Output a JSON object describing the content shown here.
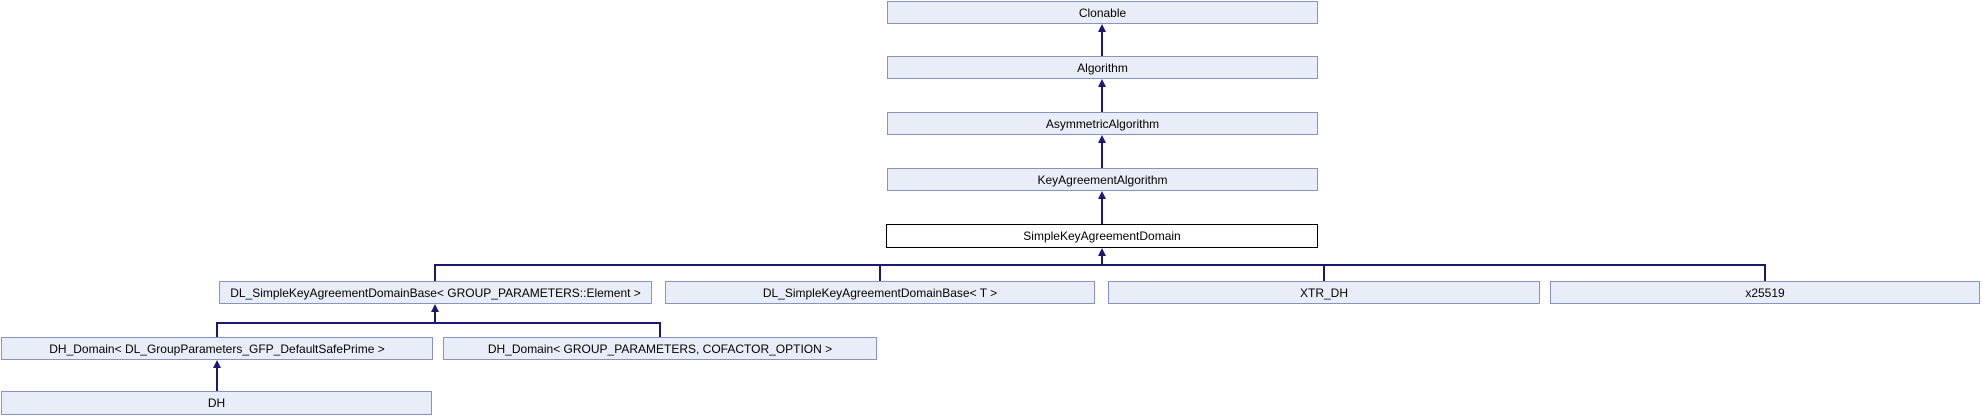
{
  "diagram": {
    "kind": "class-inheritance-graph",
    "current_class": "SimpleKeyAgreementDomain",
    "nodes": {
      "clonable": {
        "label": "Clonable"
      },
      "algorithm": {
        "label": "Algorithm"
      },
      "asymmetric_algorithm": {
        "label": "AsymmetricAlgorithm"
      },
      "key_agreement_algorithm": {
        "label": "KeyAgreementAlgorithm"
      },
      "simple_key_agreement_domain": {
        "label": "SimpleKeyAgreementDomain",
        "current": true
      },
      "dl_base_element": {
        "label": "DL_SimpleKeyAgreementDomainBase< GROUP_PARAMETERS::Element >"
      },
      "dl_base_t": {
        "label": "DL_SimpleKeyAgreementDomainBase< T >"
      },
      "xtr_dh": {
        "label": "XTR_DH"
      },
      "x25519": {
        "label": "x25519"
      },
      "dh_domain_safeprime": {
        "label": "DH_Domain< DL_GroupParameters_GFP_DefaultSafePrime >"
      },
      "dh_domain_cofactor": {
        "label": "DH_Domain< GROUP_PARAMETERS, COFACTOR_OPTION >"
      },
      "dh": {
        "label": "DH"
      }
    },
    "edges": [
      {
        "from": "algorithm",
        "to": "clonable"
      },
      {
        "from": "asymmetric_algorithm",
        "to": "algorithm"
      },
      {
        "from": "key_agreement_algorithm",
        "to": "asymmetric_algorithm"
      },
      {
        "from": "simple_key_agreement_domain",
        "to": "key_agreement_algorithm"
      },
      {
        "from": "dl_base_element",
        "to": "simple_key_agreement_domain"
      },
      {
        "from": "dl_base_t",
        "to": "simple_key_agreement_domain"
      },
      {
        "from": "xtr_dh",
        "to": "simple_key_agreement_domain"
      },
      {
        "from": "x25519",
        "to": "simple_key_agreement_domain"
      },
      {
        "from": "dh_domain_safeprime",
        "to": "dl_base_element"
      },
      {
        "from": "dh_domain_cofactor",
        "to": "dl_base_element"
      },
      {
        "from": "dh",
        "to": "dh_domain_safeprime"
      }
    ],
    "colors": {
      "node_fill": "#e8edf7",
      "node_border": "#8494c4",
      "highlight_fill": "#ffffff",
      "highlight_border": "#000000",
      "edge": "#191970"
    }
  }
}
